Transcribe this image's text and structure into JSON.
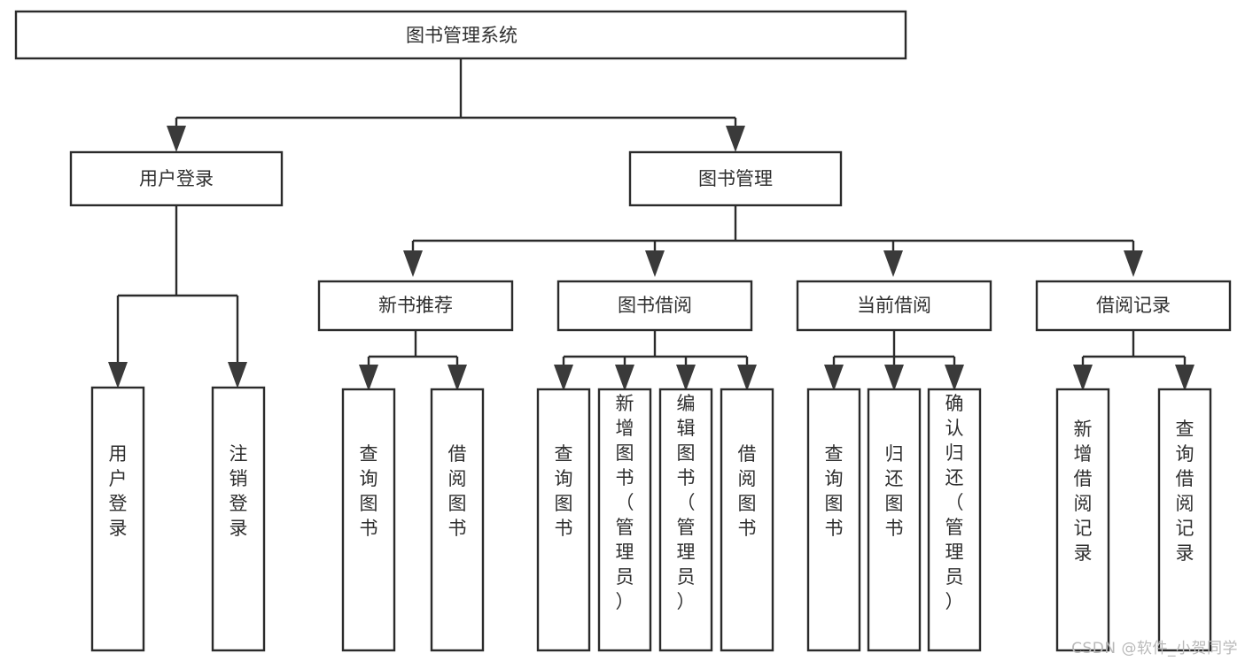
{
  "diagram": {
    "type": "tree-hierarchy",
    "title": "图书管理系统",
    "root": {
      "label": "图书管理系统",
      "orientation": "horizontal"
    },
    "level2": [
      {
        "label": "用户登录",
        "orientation": "horizontal"
      },
      {
        "label": "图书管理",
        "orientation": "horizontal"
      }
    ],
    "level3": [
      {
        "label": "新书推荐",
        "orientation": "horizontal"
      },
      {
        "label": "图书借阅",
        "orientation": "horizontal"
      },
      {
        "label": "当前借阅",
        "orientation": "horizontal"
      },
      {
        "label": "借阅记录",
        "orientation": "horizontal"
      }
    ],
    "leaves": {
      "user_login": [
        {
          "label": "用户登录",
          "orientation": "vertical"
        },
        {
          "label": "注销登录",
          "orientation": "vertical"
        }
      ],
      "new_book_recommend": [
        {
          "label": "查询图书",
          "orientation": "vertical"
        },
        {
          "label": "借阅图书",
          "orientation": "vertical"
        }
      ],
      "book_borrow": [
        {
          "label": "查询图书",
          "orientation": "vertical"
        },
        {
          "label": "新增图书（管理员）",
          "orientation": "vertical"
        },
        {
          "label": "编辑图书（管理员）",
          "orientation": "vertical"
        },
        {
          "label": "借阅图书",
          "orientation": "vertical"
        }
      ],
      "current_borrow": [
        {
          "label": "查询图书",
          "orientation": "vertical"
        },
        {
          "label": "归还图书",
          "orientation": "vertical"
        },
        {
          "label": "确认归还（管理员）",
          "orientation": "vertical"
        }
      ],
      "borrow_record": [
        {
          "label": "新增借阅记录",
          "orientation": "vertical"
        },
        {
          "label": "查询借阅记录",
          "orientation": "vertical"
        }
      ]
    }
  },
  "watermark": {
    "text": "CSDN @软件_小贺同学"
  },
  "colors": {
    "background": "#ffffff",
    "box_fill": "#ffffff",
    "box_stroke": "#2b2b2b",
    "connector": "#2b2b2b",
    "arrow": "#3a3a3a",
    "text": "#2f2f2f",
    "watermark": "#b9b9b9"
  }
}
